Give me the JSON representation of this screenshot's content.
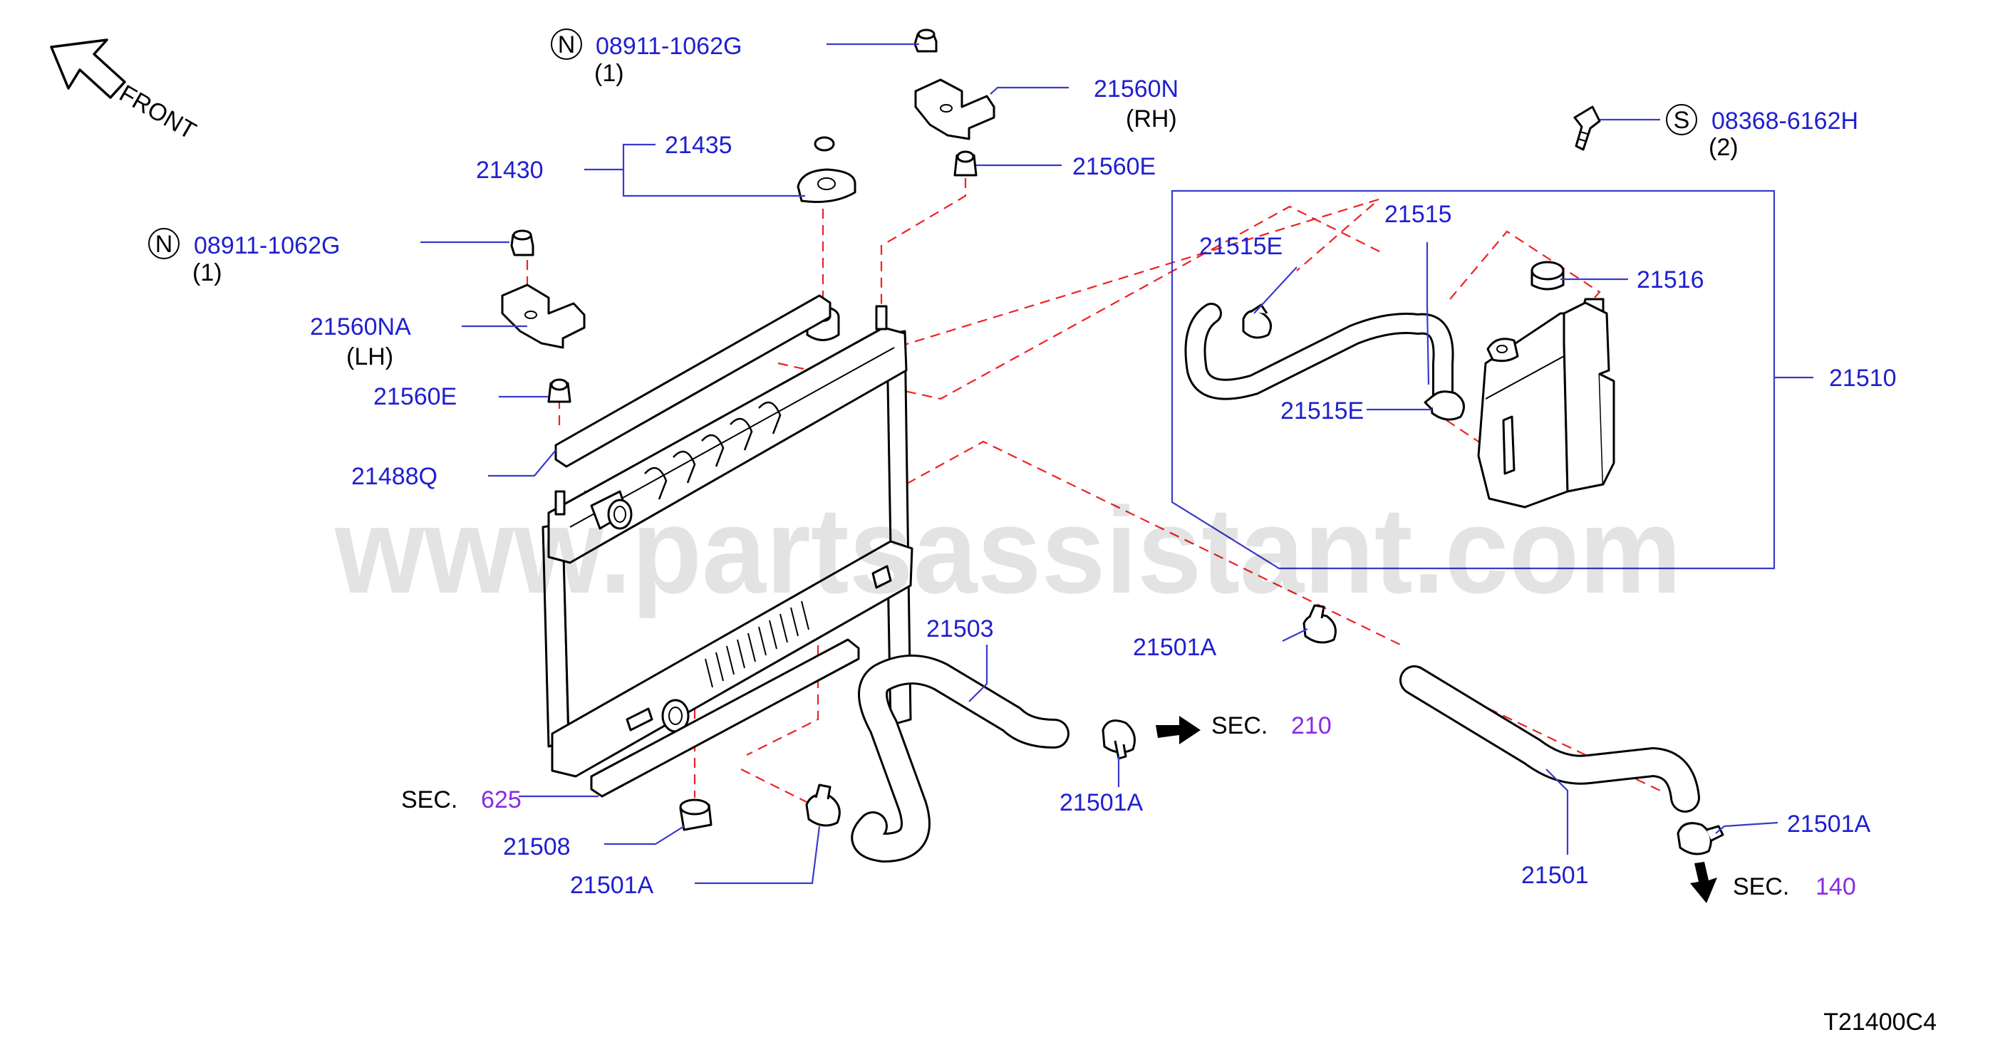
{
  "watermark": "www.partsassistant.com",
  "orientation": {
    "label": "FRONT"
  },
  "drawing_code": "T21400C4",
  "callouts": {
    "nut_top": {
      "badge": "N",
      "part": "08911-1062G",
      "qty": "(1)"
    },
    "bracket_rh": {
      "part": "21560N",
      "side": "(RH)"
    },
    "grommet_rh": {
      "part": "21560E"
    },
    "cap_seal": {
      "part": "21435"
    },
    "cap": {
      "part": "21430"
    },
    "nut_left": {
      "badge": "N",
      "part": "08911-1062G",
      "qty": "(1)"
    },
    "bracket_lh": {
      "part": "21560NA",
      "side": "(LH)"
    },
    "grommet_lh": {
      "part": "21560E"
    },
    "seal_strip": {
      "part": "21488Q"
    },
    "bolt": {
      "badge": "S",
      "part": "08368-6162H",
      "qty": "(2)"
    },
    "hose_reservoir": {
      "part": "21515"
    },
    "clamp_reservoir_top": {
      "part": "21515E"
    },
    "clamp_reservoir_bottom": {
      "part": "21515E"
    },
    "reservoir_cap": {
      "part": "21516"
    },
    "reservoir_assy": {
      "part": "21510"
    },
    "upper_hose": {
      "part": "21503"
    },
    "clamp_upper_mid": {
      "part": "21501A"
    },
    "clamp_upper_right": {
      "part": "21501A"
    },
    "clamp_lower_left": {
      "part": "21501A"
    },
    "clamp_lower_right": {
      "part": "21501A"
    },
    "lower_hose": {
      "part": "21501"
    },
    "drain_plug": {
      "part": "21508"
    }
  },
  "section_refs": {
    "sec_625": {
      "label": "SEC.",
      "number": "625"
    },
    "sec_210": {
      "label": "SEC.",
      "number": "210"
    },
    "sec_140": {
      "label": "SEC.",
      "number": "140"
    }
  },
  "colors": {
    "part_number": "#1f1fd0",
    "section_number": "#8a2be2",
    "dashed_guide": "#ee2222",
    "leader": "#3a3acc"
  }
}
